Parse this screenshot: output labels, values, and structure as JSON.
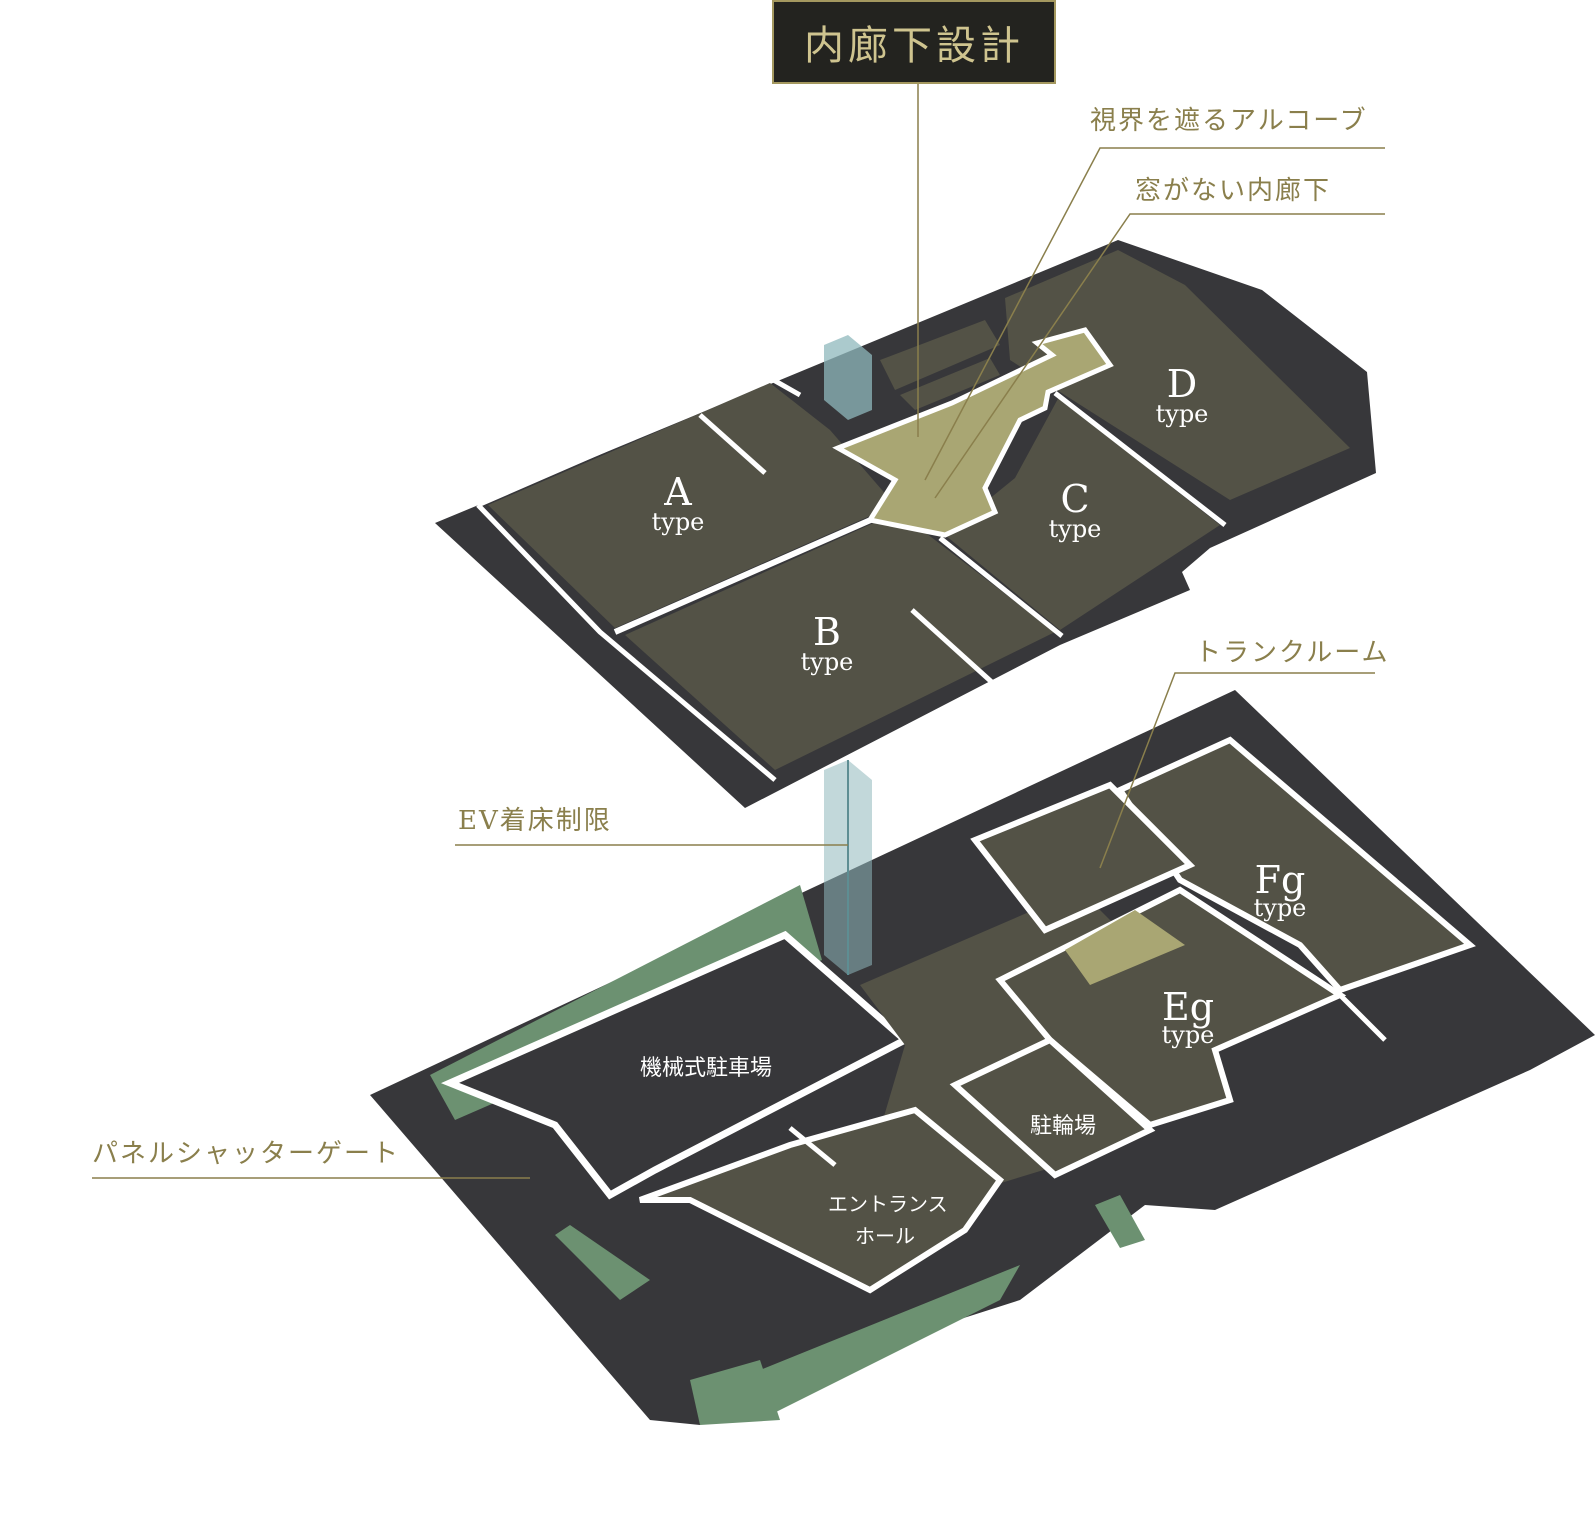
{
  "title": "内廊下設計",
  "callouts": {
    "alcove": "視界を遮るアルコーブ",
    "no_window_corridor": "窓がない内廊下",
    "trunk_room": "トランクルーム",
    "ev_restriction": "EV着床制限",
    "panel_shutter": "パネルシャッターゲート"
  },
  "units": {
    "A": {
      "letter": "A",
      "type": "type"
    },
    "B": {
      "letter": "B",
      "type": "type"
    },
    "C": {
      "letter": "C",
      "type": "type"
    },
    "D": {
      "letter": "D",
      "type": "type"
    },
    "Eg": {
      "letter": "Eg",
      "type": "type"
    },
    "Fg": {
      "letter": "Fg",
      "type": "type"
    }
  },
  "rooms": {
    "parking": "機械式駐車場",
    "bicycle": "駐輪場",
    "entrance_line1": "エントランス",
    "entrance_line2": "ホール"
  },
  "colors": {
    "unit_fill": "#535246",
    "floor_dark": "#37373a",
    "corridor": "#a9a673",
    "green": "#6c9171",
    "elevator": "#8fb8bc",
    "accent_line": "#8a7f4c",
    "title_bg": "#23231f",
    "title_text": "#cfc48f"
  }
}
